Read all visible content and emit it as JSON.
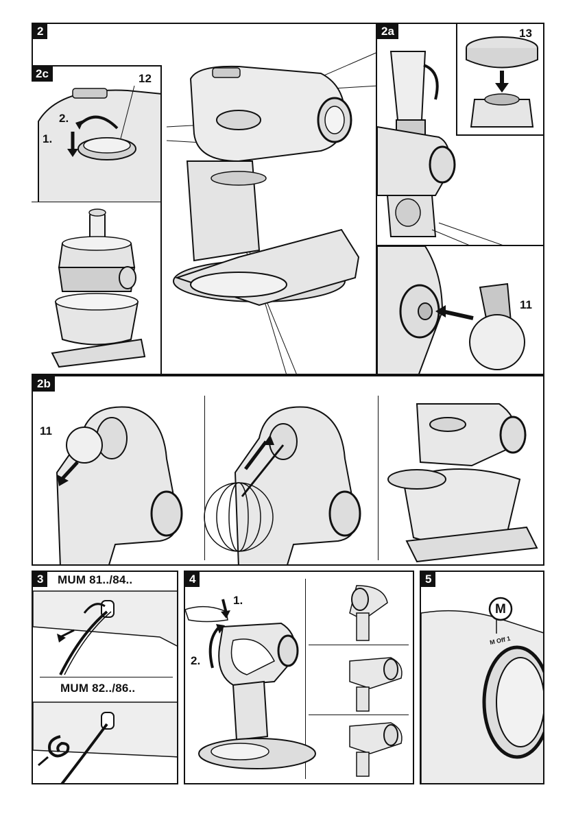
{
  "figures": {
    "fig2": {
      "label": "2"
    },
    "fig2a": {
      "label": "2a",
      "callouts": {
        "lid": "13",
        "cover": "11"
      }
    },
    "fig2b": {
      "label": "2b",
      "callouts": {
        "cover": "11"
      }
    },
    "fig2c": {
      "label": "2c",
      "callouts": {
        "cap": "12",
        "step1": "1.",
        "step2": "2."
      }
    },
    "fig3": {
      "label": "3",
      "models": [
        "MUM 81../84..",
        "MUM 82../86.."
      ]
    },
    "fig4": {
      "label": "4",
      "steps": [
        "1.",
        "2."
      ]
    },
    "fig5": {
      "label": "5",
      "dial_marker": "M",
      "dial_text": "M  Off  1"
    }
  },
  "colors": {
    "ink": "#111111",
    "line_art_fill": "#e9e9e9",
    "shade": "#c8c8c8"
  }
}
